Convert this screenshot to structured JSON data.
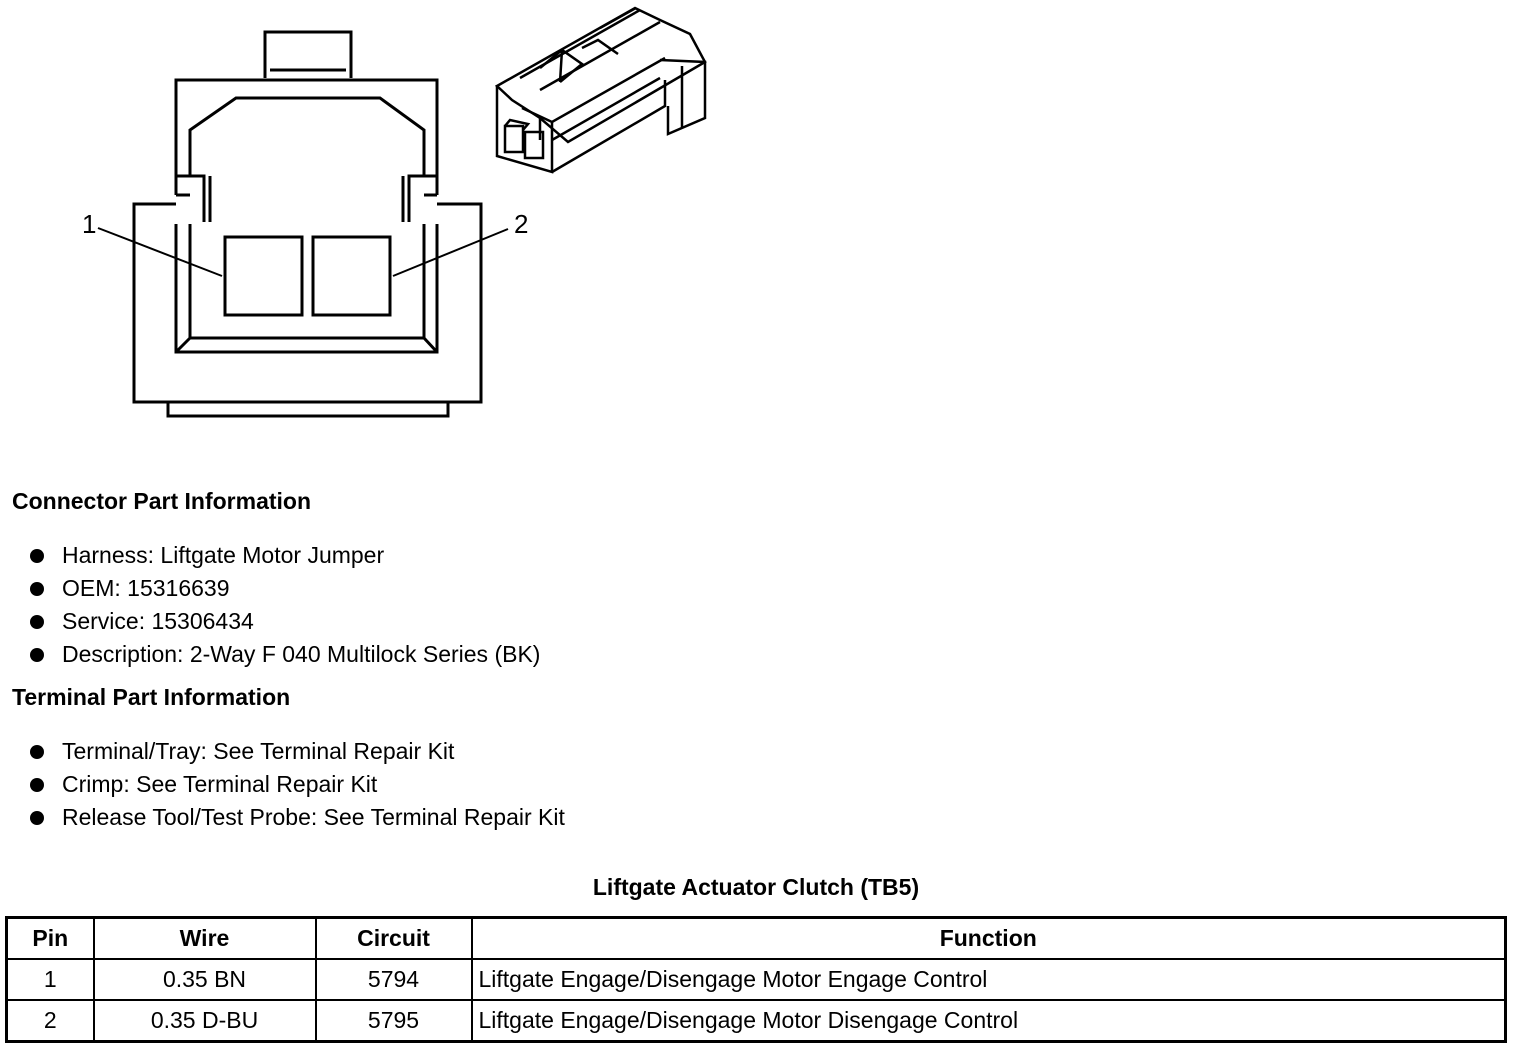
{
  "diagram": {
    "pin_labels": [
      "1",
      "2"
    ]
  },
  "connector_info": {
    "heading": "Connector Part Information",
    "items": [
      "Harness: Liftgate Motor Jumper",
      "OEM: 15316639",
      "Service: 15306434",
      "Description: 2-Way F 040 Multilock Series (BK)"
    ]
  },
  "terminal_info": {
    "heading": "Terminal Part Information",
    "items": [
      "Terminal/Tray: See Terminal Repair Kit",
      "Crimp: See Terminal Repair Kit",
      "Release Tool/Test Probe: See Terminal Repair Kit"
    ]
  },
  "table": {
    "title": "Liftgate Actuator Clutch (TB5)",
    "headers": [
      "Pin",
      "Wire",
      "Circuit",
      "Function"
    ],
    "rows": [
      [
        "1",
        "0.35 BN",
        "5794",
        "Liftgate Engage/Disengage Motor Engage Control"
      ],
      [
        "2",
        "0.35 D-BU",
        "5795",
        "Liftgate Engage/Disengage Motor Disengage Control"
      ]
    ]
  }
}
